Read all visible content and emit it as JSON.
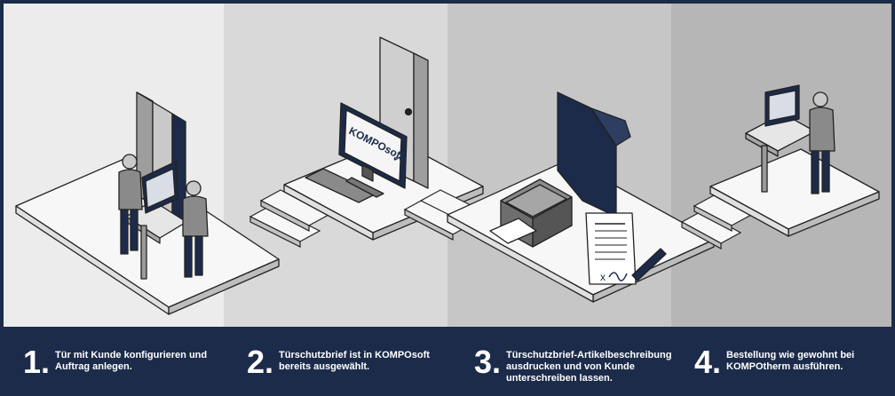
{
  "brand_logo_text": "KOMPOsoft",
  "brand_check_glyph": "✓",
  "steps": [
    {
      "number": "1.",
      "text": "Tür mit Kunde konfigurieren und\nAuftrag anlegen."
    },
    {
      "number": "2.",
      "text": "Türschutzbrief ist in KOMPOsoft\nbereits ausgewählt."
    },
    {
      "number": "3.",
      "text": "Türschutzbrief-Artikelbeschreibung\nausdrucken und von Kunde\nunterschreiben lassen."
    },
    {
      "number": "4.",
      "text": "Bestellung wie gewohnt bei\nKOMPOtherm ausführen."
    }
  ],
  "signature_mark": "x",
  "colors": {
    "navy": "#1c2b4a",
    "panel_1": "#ececec",
    "panel_2": "#d9d9d9",
    "panel_3": "#c6c6c6",
    "panel_4": "#b6b6b6",
    "platform": "#f7f7f7",
    "outline": "#222222"
  }
}
